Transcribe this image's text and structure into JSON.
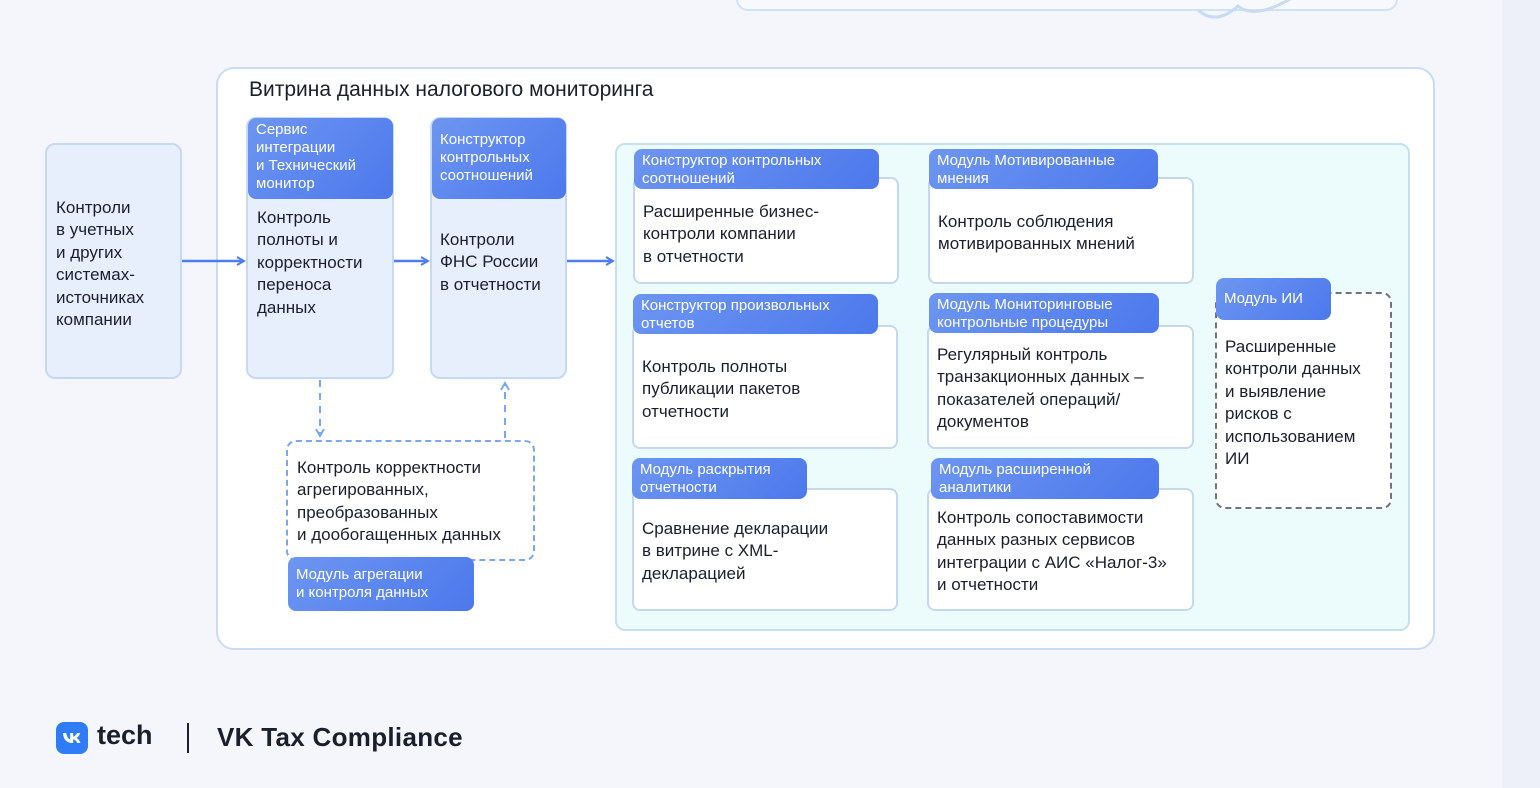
{
  "diagram": {
    "title": "Витрина данных налогового мониторинга",
    "source_box": {
      "text": "Контроли\nв учетных\nи других\nсистемах-\nисточниках\nкомпании"
    },
    "integration": {
      "header": "Сервис\nинтеграции\nи Технический\nмонитор",
      "text": "Контроль\nполноты и\nкорректности\nпереноса\nданных"
    },
    "ratio_builder": {
      "header": "Конструктор\nконтрольных\nсоотношений",
      "text": "Контроли\nФНС России\nв отчетности"
    },
    "aggregation": {
      "text": "Контроль корректности\nагрегированных,\nпреобразованных\nи дообогащенных данных",
      "header": "Модуль агрегации\nи контроля данных"
    },
    "modules": [
      {
        "header": "Конструктор контрольных\nсоотношений",
        "text": "Расширенные бизнес-\nконтроли компании\nв отчетности"
      },
      {
        "header": "Модуль Мотивированные\nмнения",
        "text": "Контроль соблюдения\nмотивированных мнений"
      },
      {
        "header": "Конструктор произвольных\nотчетов",
        "text": "Контроль полноты\nпубликации пакетов\nотчетности"
      },
      {
        "header": "Модуль Мониторинговые\nконтрольные процедуры",
        "text": "Регулярный контроль\nтранзакционных данных –\nпоказателей операций/\nдокументов"
      },
      {
        "header": "Модуль раскрытия\nотчетности",
        "text": "Сравнение декларации\nв витрине с XML-\nдекларацией"
      },
      {
        "header": "Модуль расширенной\nаналитики",
        "text": "Контроль сопоставимости\nданных разных сервисов\nинтеграции с АИС «Налог-3»\nи отчетности"
      }
    ],
    "ai_module": {
      "header": "Модуль ИИ",
      "text": "Расширенные\nконтроли данных\nи выявление\nрисков с\nиспользованием\nИИ"
    }
  },
  "footer": {
    "logo_icon": "vk-logo-icon",
    "tech_label": "tech",
    "product": "VK Tax Compliance"
  },
  "colors": {
    "accent": "#4c78ec",
    "arrow": "#4f7ee9",
    "panel_bg": "#ecfcfc",
    "box_bg": "#e8effc"
  }
}
